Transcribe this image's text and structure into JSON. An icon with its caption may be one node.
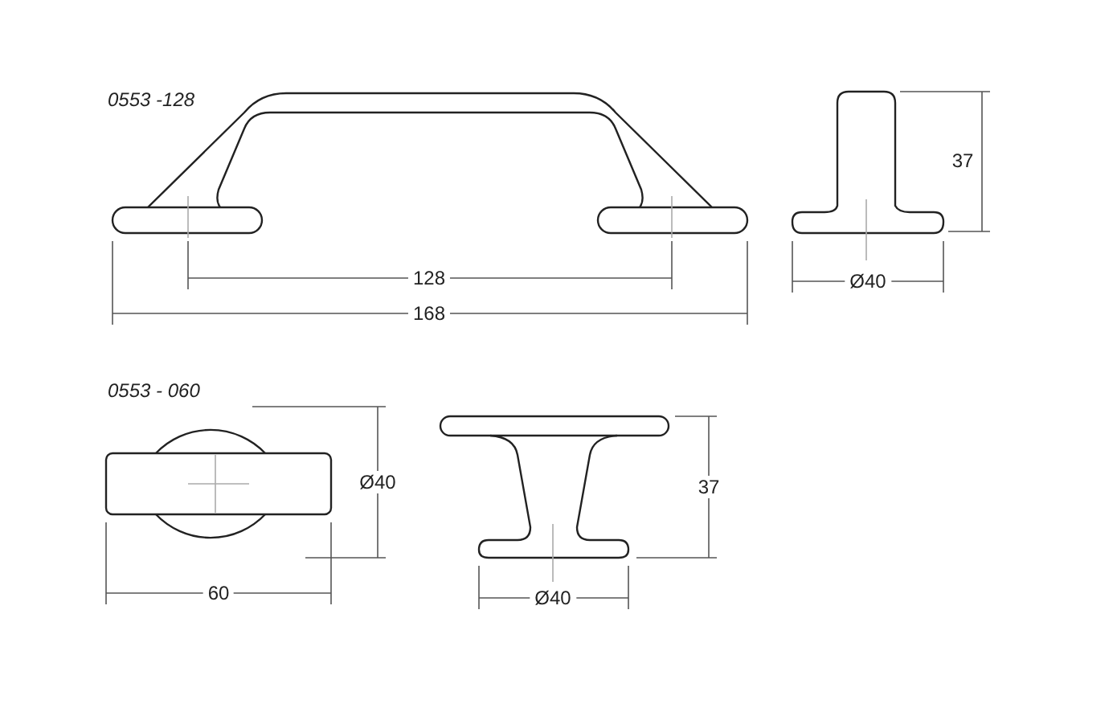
{
  "diagram": {
    "labels": [
      "0553 -128",
      "128",
      "168",
      "37",
      "Ø40",
      "0553 - 060",
      "Ø40",
      "60",
      "37",
      "Ø40"
    ]
  }
}
